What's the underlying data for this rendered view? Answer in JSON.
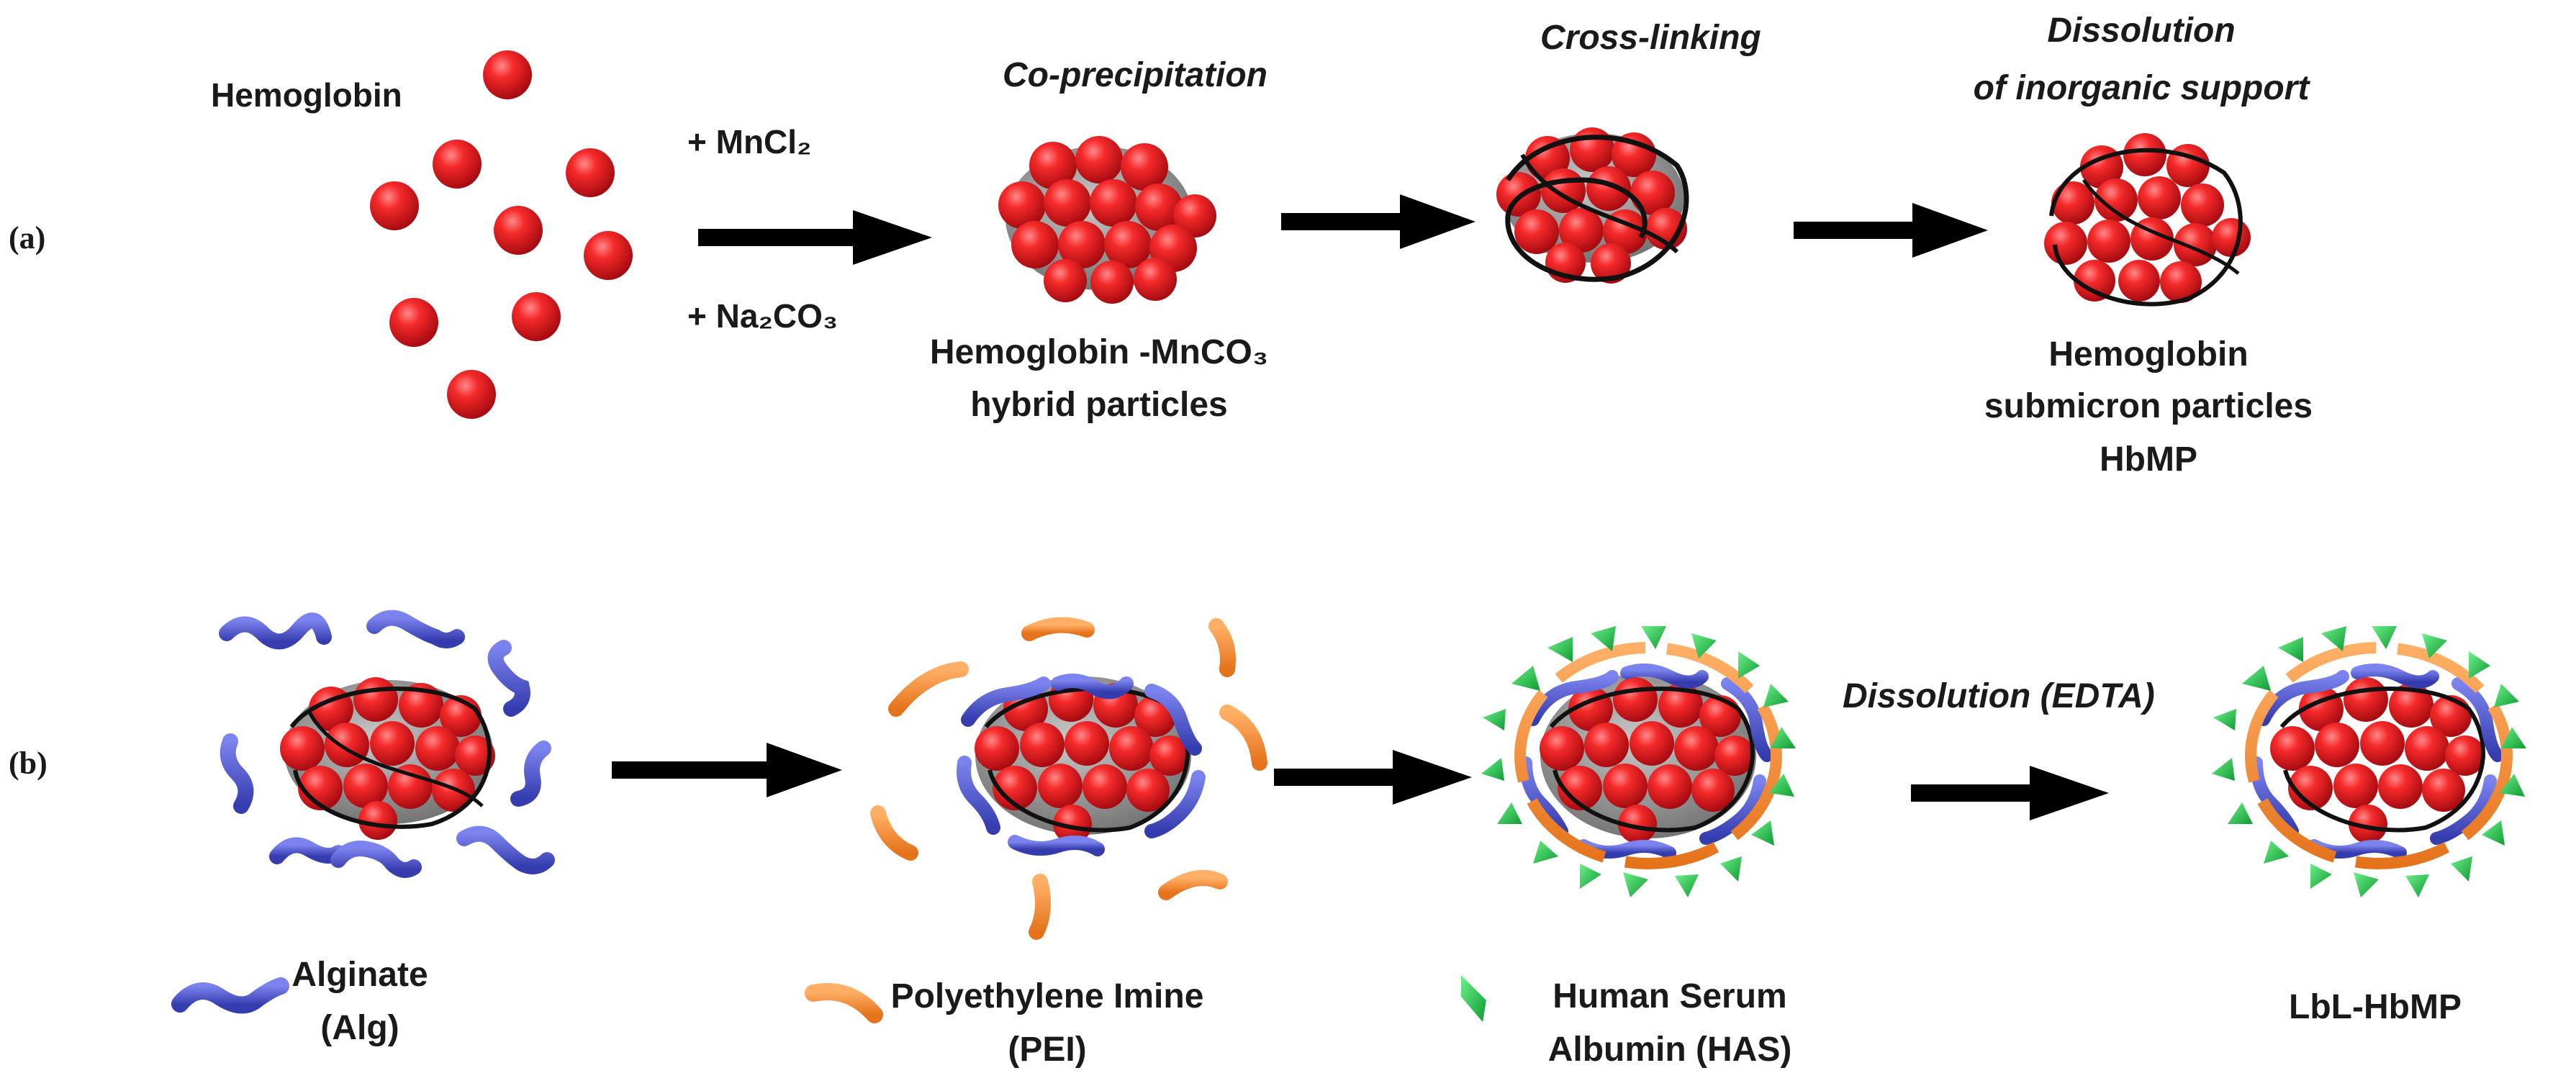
{
  "panel_a": {
    "tag": "(a)",
    "hemoglobin_label": "Hemoglobin",
    "reagent_1": "+ MnCl₂",
    "reagent_2": "+ Na₂CO₃",
    "step_1": "Co-precipitation",
    "step_2": "Cross-linking",
    "step_3_line1": "Dissolution",
    "step_3_line2": "of inorganic support",
    "hybrid_line1": "Hemoglobin -MnCO₃",
    "hybrid_line2": "hybrid particles",
    "product_line1": "Hemoglobin",
    "product_line2": "submicron particles",
    "product_line3": "HbMP"
  },
  "panel_b": {
    "tag": "(b)",
    "step_dissolution": "Dissolution (EDTA)",
    "product": "LbL-HbMP",
    "legend": [
      {
        "line1": "Alginate",
        "line2": "(Alg)"
      },
      {
        "line1": "Polyethylene Imine",
        "line2": "(PEI)"
      },
      {
        "line1": "Human Serum",
        "line2": "Albumin (HAS)"
      }
    ]
  },
  "colors": {
    "hemoglobin": "#e8121c",
    "support": "#8e8e8e",
    "crosslinker": "#111111",
    "alginate": "#4b53c9",
    "pei": "#f28a2e",
    "albumin": "#22c44a",
    "arrow": "#000000"
  }
}
